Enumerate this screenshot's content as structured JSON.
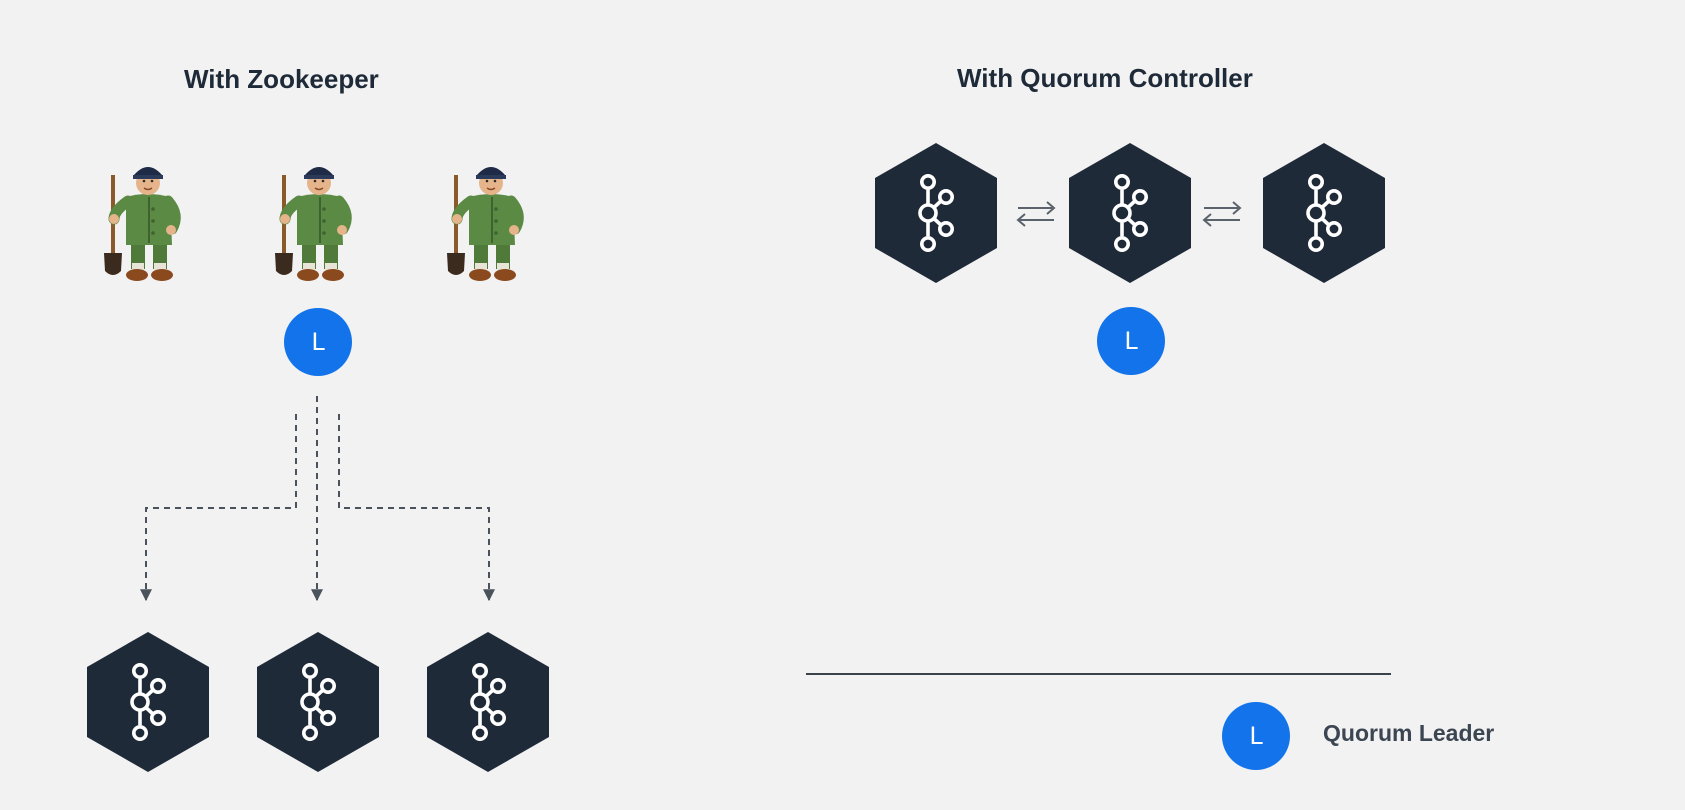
{
  "zookeeper_section": {
    "title": "With Zookeeper",
    "leader_badge": "L"
  },
  "quorum_section": {
    "title": "With Quorum Controller",
    "leader_badge": "L"
  },
  "legend": {
    "badge": "L",
    "label": "Quorum Leader"
  },
  "colors": {
    "background": "#f2f2f2",
    "hexagon_fill": "#1e2a38",
    "leader_blue": "#1273eb",
    "connector": "#4a525c",
    "zookeeper_uniform": "#4f7a3a"
  },
  "icons": {
    "zookeeper_node": "zookeeper-keeper-icon",
    "kafka_broker": "kafka-logo-icon",
    "sync": "bidirectional-arrows-icon"
  }
}
